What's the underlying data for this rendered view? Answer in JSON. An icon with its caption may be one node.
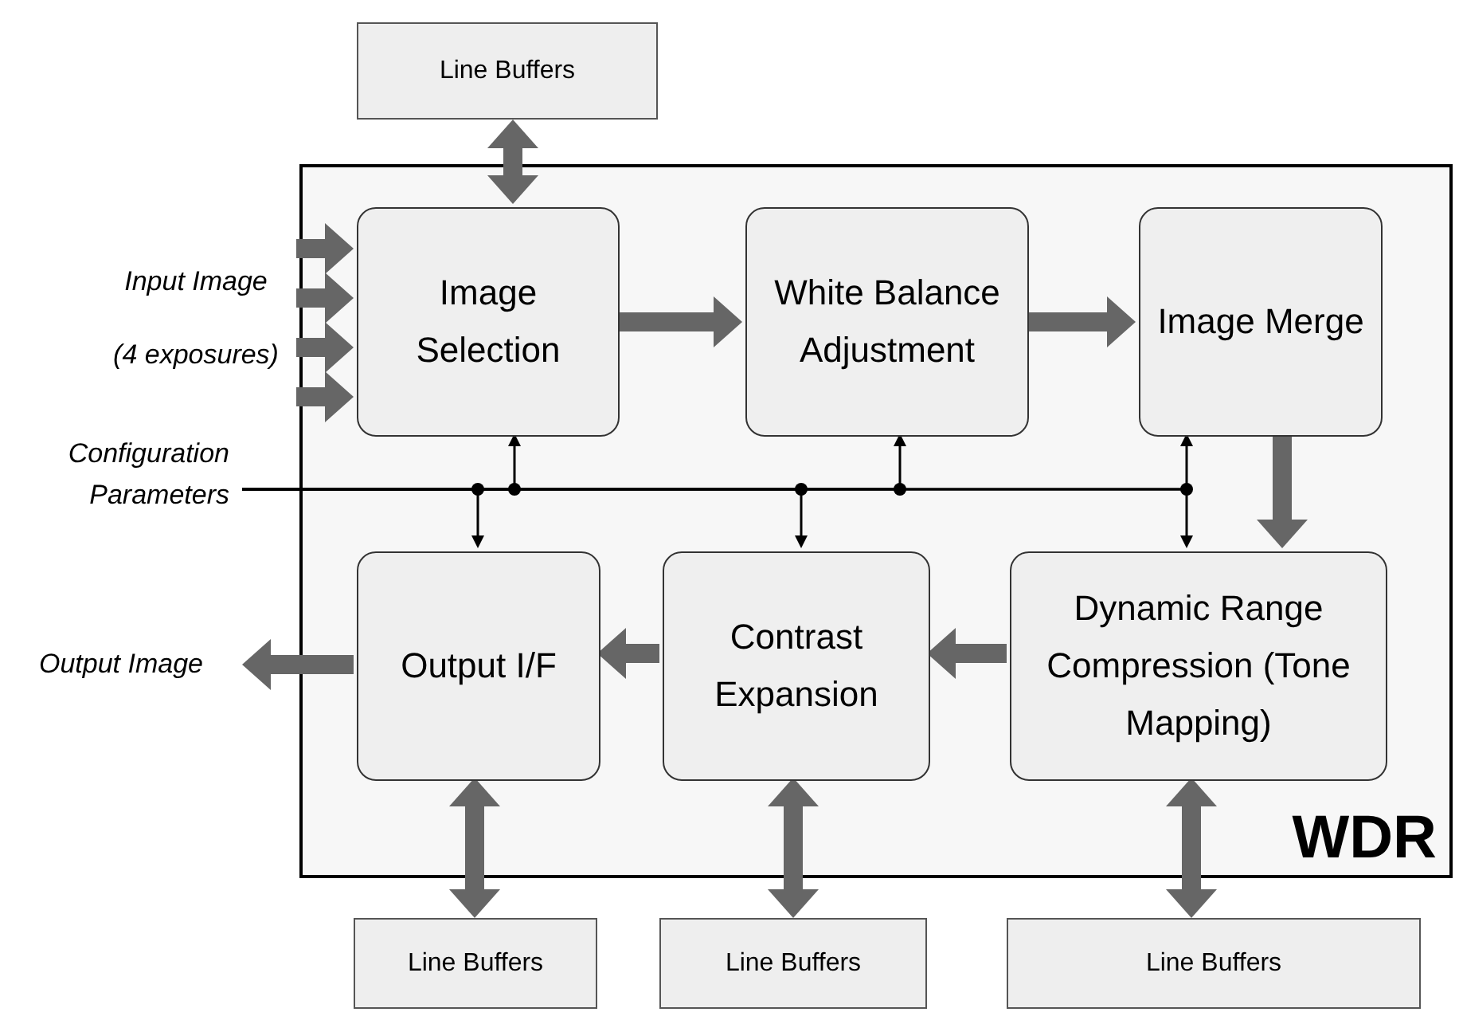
{
  "diagram": {
    "nodes": [
      {
        "text": [
          "WDR"
        ]
      },
      {
        "text": [
          "Line Buffers"
        ]
      },
      {
        "text": [
          "Image Selection"
        ],
        "in": 0
      },
      {
        "text": [
          "White Balance Adjustment"
        ],
        "in": 0
      },
      {
        "text": [
          "Image Merge"
        ],
        "in": 0
      },
      {
        "text": [
          "Output I/F"
        ],
        "in": 0
      },
      {
        "text": [
          "Contrast Expansion"
        ],
        "in": 0
      },
      {
        "text": [
          "Dynamic Range Compression (Tone Mapping)"
        ],
        "in": 0
      },
      {
        "text": [
          "Line Buffers"
        ]
      },
      {
        "text": [
          "Line Buffers"
        ]
      },
      {
        "text": [
          "Line Buffers"
        ]
      },
      {
        "text": [
          "Input Image (4 exposures)"
        ]
      },
      {
        "text": [
          "Configuration Parameters"
        ]
      },
      {
        "text": [
          "Output Image"
        ]
      }
    ],
    "edges": [
      {
        "from": 1,
        "to": 2,
        "arrow": "both"
      },
      {
        "from": 11,
        "to": 2,
        "arrow": "to"
      },
      {
        "from": 11,
        "to": 2,
        "arrow": "to"
      },
      {
        "from": 11,
        "to": 2,
        "arrow": "to"
      },
      {
        "from": 11,
        "to": 2,
        "arrow": "to"
      },
      {
        "from": 2,
        "to": 3,
        "arrow": "to"
      },
      {
        "from": 3,
        "to": 4,
        "arrow": "to"
      },
      {
        "from": 4,
        "to": 7,
        "arrow": "to"
      },
      {
        "from": 7,
        "to": 6,
        "arrow": "to"
      },
      {
        "from": 6,
        "to": 5,
        "arrow": "to"
      },
      {
        "from": 5,
        "to": 13,
        "arrow": "to"
      },
      {
        "from": 5,
        "to": 8,
        "arrow": "both"
      },
      {
        "from": 6,
        "to": 9,
        "arrow": "both"
      },
      {
        "from": 7,
        "to": 10,
        "arrow": "both"
      },
      {
        "from": 12,
        "to": 2,
        "arrow": "to",
        "color": "#000000"
      },
      {
        "from": 12,
        "to": 5,
        "arrow": "to",
        "color": "#000000"
      },
      {
        "from": 12,
        "to": 3,
        "arrow": "to",
        "color": "#000000"
      },
      {
        "from": 12,
        "to": 6,
        "arrow": "to",
        "color": "#000000"
      },
      {
        "from": 12,
        "to": 4,
        "arrow": "to",
        "color": "#000000"
      },
      {
        "from": 12,
        "to": 7,
        "arrow": "to",
        "color": "#000000"
      }
    ]
  }
}
